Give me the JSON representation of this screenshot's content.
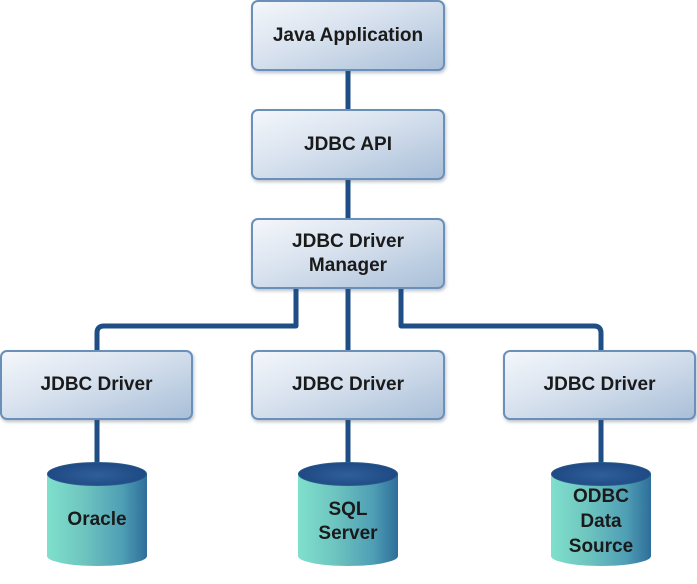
{
  "diagram": {
    "title": "JDBC Architecture",
    "line_color": "#1f4e86",
    "nodes": {
      "java_application": "Java Application",
      "jdbc_api": "JDBC API",
      "driver_manager": "JDBC Driver\nManager",
      "driver_left": "JDBC Driver",
      "driver_middle": "JDBC Driver",
      "driver_right": "JDBC Driver"
    },
    "data_sources": {
      "oracle": "Oracle",
      "sql_server_line1": "SQL",
      "sql_server_line2": "Server",
      "odbc_line1": "ODBC",
      "odbc_line2": "Data",
      "odbc_line3": "Source"
    },
    "edges": [
      [
        "Java Application",
        "JDBC API"
      ],
      [
        "JDBC API",
        "JDBC Driver Manager"
      ],
      [
        "JDBC Driver Manager",
        "JDBC Driver (Oracle)"
      ],
      [
        "JDBC Driver Manager",
        "JDBC Driver (SQL Server)"
      ],
      [
        "JDBC Driver Manager",
        "JDBC Driver (ODBC)"
      ],
      [
        "JDBC Driver (Oracle)",
        "Oracle"
      ],
      [
        "JDBC Driver (SQL Server)",
        "SQL Server"
      ],
      [
        "JDBC Driver (ODBC)",
        "ODBC Data Source"
      ]
    ]
  }
}
